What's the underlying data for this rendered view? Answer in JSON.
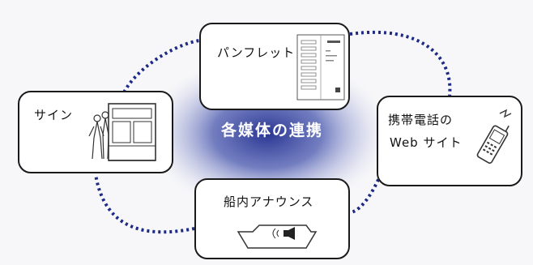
{
  "diagram": {
    "center_title": "各媒体の連携",
    "nodes": {
      "pamphlet": {
        "label": "パンフレット",
        "icon": "pamphlet-icon"
      },
      "sign": {
        "label": "サイン",
        "icon": "signboard-people-icon"
      },
      "mobile": {
        "label_line1": "携帯電話の",
        "label_line2": "Web サイト",
        "icon": "mobile-phone-icon"
      },
      "announce": {
        "label": "船内アナウンス",
        "icon": "ship-announcement-icon"
      }
    },
    "colors": {
      "glow": "#2f3f9e",
      "dots": "#1c2a86",
      "border": "#1a1a1a"
    }
  }
}
